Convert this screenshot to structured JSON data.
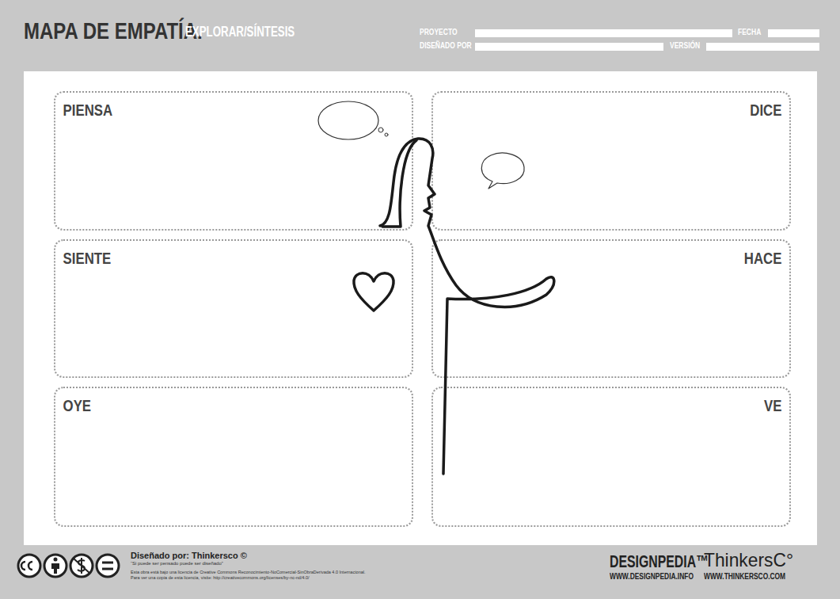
{
  "diagram": {
    "title": "MAPA DE EMPATÍA.",
    "nodes": [
      {
        "text": [
          "PIENSA"
        ]
      },
      {
        "text": [
          "DICE"
        ]
      },
      {
        "text": [
          "SIENTE"
        ]
      },
      {
        "text": [
          "HACE"
        ]
      },
      {
        "text": [
          "OYE"
        ]
      },
      {
        "text": [
          "VE"
        ]
      }
    ],
    "labels": [
      "EXPLORAR/SÍNTESIS",
      "PROYECTO",
      "FECHA",
      "DISEÑADO POR",
      "VERSIÓN",
      "Diseñado por: Thinkersco ©",
      "“Si puede ser pensado puede ser diseñado”",
      "Esta obra está bajo una licencia de Creative Commons Reconocimiento-NoComercial-SinObraDerivada 4.0 Internacional.",
      "Para ver una copia de esta licencia, visite: http://creativecommons.org/licenses/by-nc-nd/4.0/",
      "DESIGNPEDIA™",
      "WWW.DESIGNPEDIA.INFO",
      "ThinkersC°",
      "WWW.THINKERSCO.COM"
    ]
  }
}
